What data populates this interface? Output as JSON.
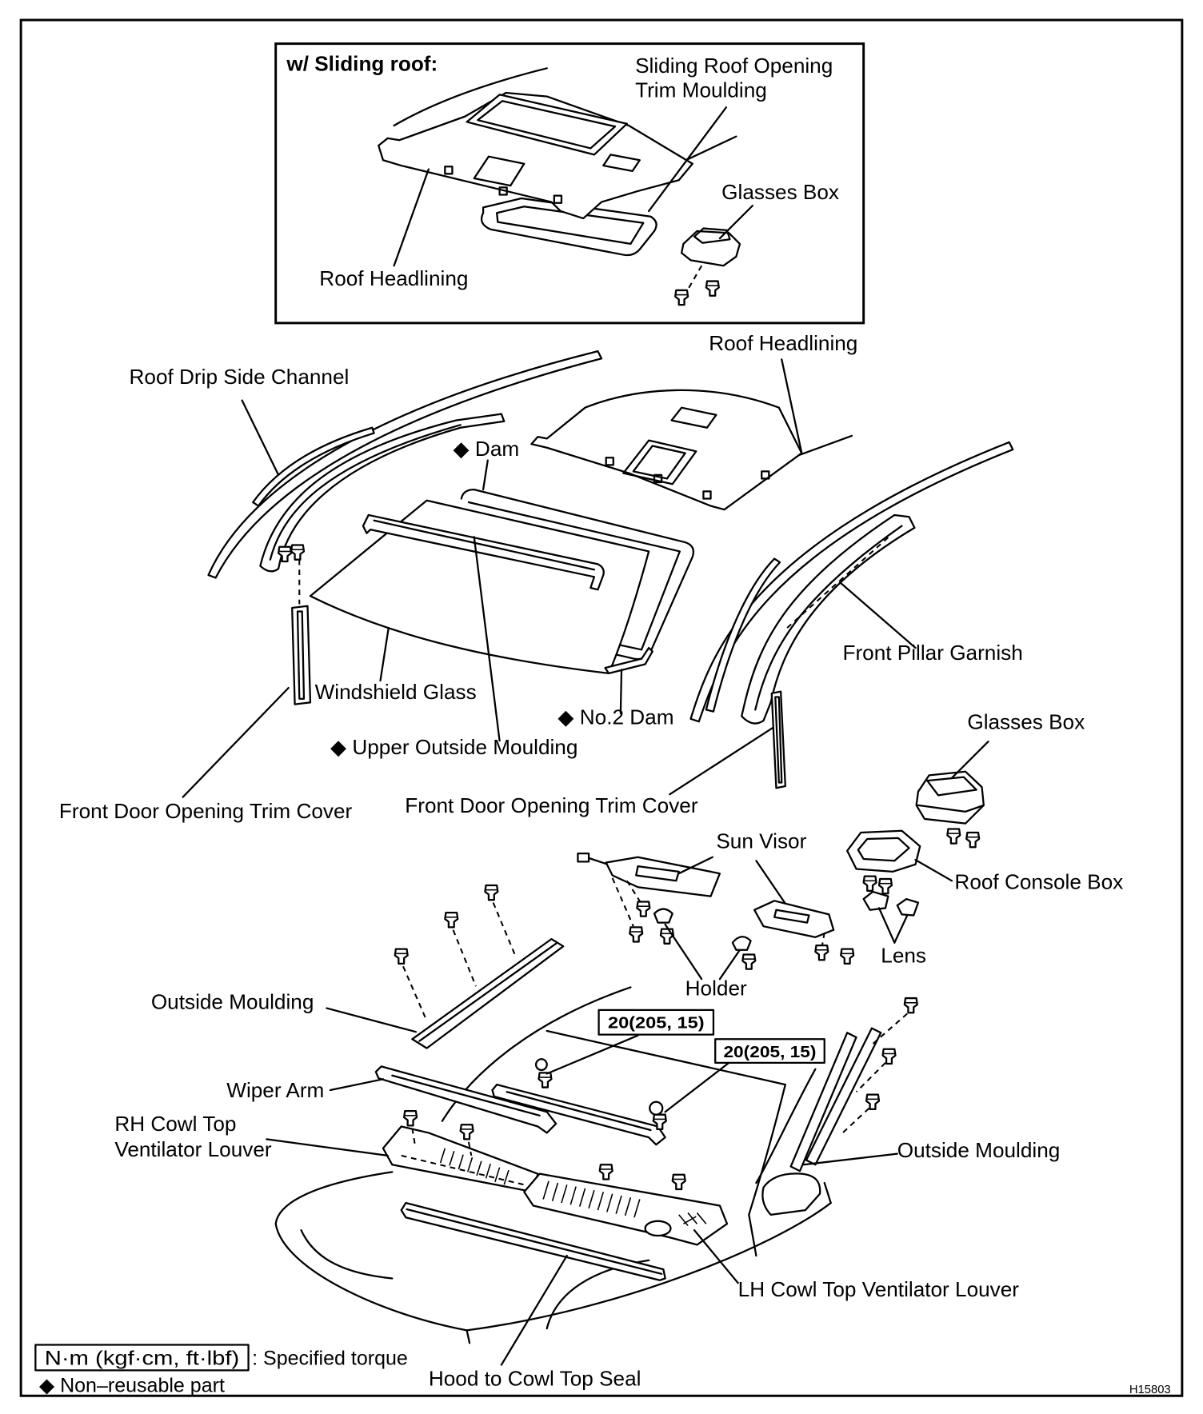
{
  "labels": {
    "inset_title": "w/ Sliding roof:",
    "sliding_roof_trim": [
      "Sliding Roof Opening",
      "Trim Moulding"
    ],
    "inset_glasses_box": "Glasses Box",
    "inset_roof_headlining": "Roof Headlining",
    "roof_headlining": "Roof Headlining",
    "roof_drip_side_channel": "Roof Drip Side Channel",
    "dam": "◆ Dam",
    "front_pillar_garnish": "Front Pillar Garnish",
    "windshield_glass": "Windshield Glass",
    "no2_dam": "◆ No.2 Dam",
    "upper_outside_moulding": "◆ Upper Outside Moulding",
    "front_door_trim_cover_left": "Front Door Opening Trim Cover",
    "front_door_trim_cover_right": "Front Door Opening Trim Cover",
    "glasses_box": "Glasses Box",
    "sun_visor": "Sun Visor",
    "roof_console_box": "Roof Console Box",
    "lens": "Lens",
    "holder": "Holder",
    "outside_moulding_left": "Outside Moulding",
    "outside_moulding_right": "Outside Moulding",
    "wiper_arm": "Wiper Arm",
    "rh_cowl_louver": [
      "RH Cowl Top",
      "Ventilator Louver"
    ],
    "lh_cowl_louver": "LH Cowl Top Ventilator Louver",
    "hood_to_cowl_top_seal": "Hood to Cowl Top Seal"
  },
  "torque_specs": [
    "20(205, 15)",
    "20(205, 15)"
  ],
  "legend": {
    "torque_unit": "N·m (kgf·cm, ft·lbf)",
    "torque_desc": ": Specified torque",
    "non_reusable": "◆ Non–reusable part"
  },
  "figure_code": "H15803"
}
